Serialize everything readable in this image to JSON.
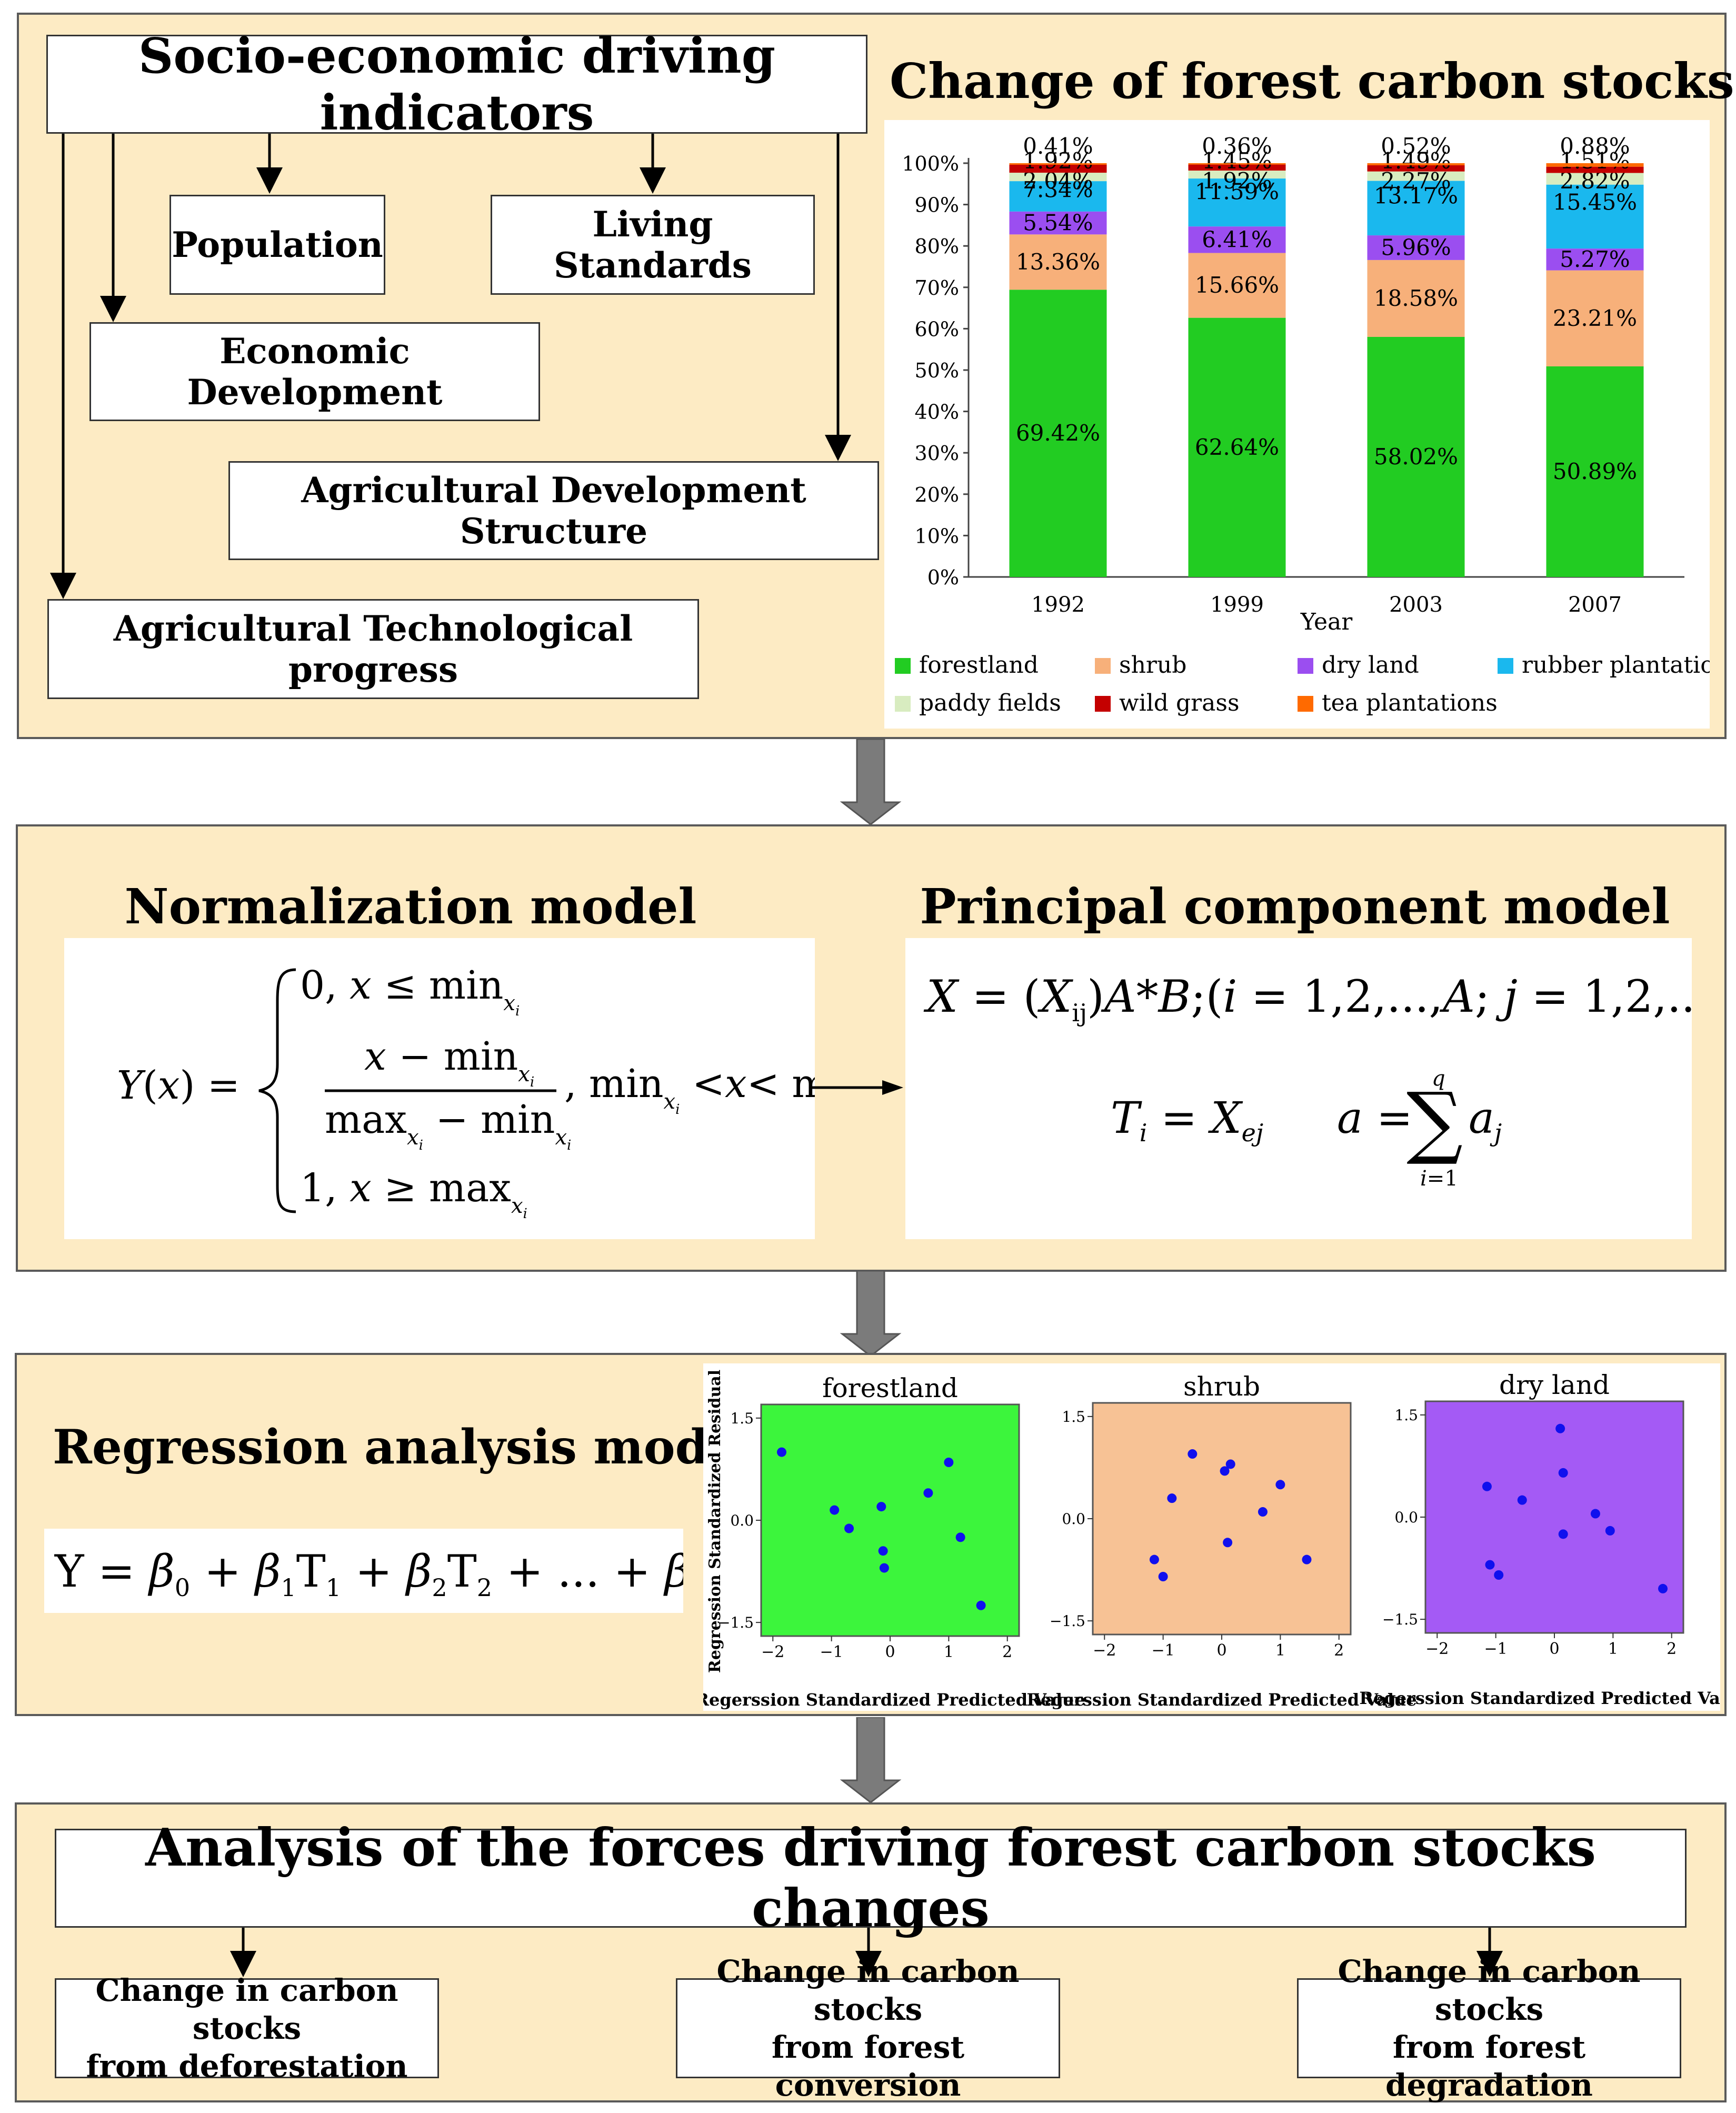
{
  "panel1": {
    "indicators_title": "Socio-economic driving indicators",
    "population": "Population",
    "living": "Living Standards",
    "economic": "Economic Development",
    "agri_structure": "Agricultural Development Structure",
    "agri_tech": "Agricultural Technological progress",
    "chart_title": "Change of forest carbon stocks"
  },
  "panel2": {
    "norm_title": "Normalization model",
    "pca_title": "Principal component model"
  },
  "panel3": {
    "reg_title": "Regression analysis model"
  },
  "panel4": {
    "analysis_title": "Analysis of the forces driving forest carbon stocks changes",
    "deforestation": "Change in carbon stocks\nfrom deforestation",
    "conversion": "Change in carbon stocks\nfrom  forest conversion",
    "degradation": "Change in carbon stocks\nfrom forest degradation"
  },
  "colors": {
    "panel_bg": "#fdebc4",
    "forestland": "#22cc22",
    "shrub": "#f7b07a",
    "dry_land": "#9b4ef0",
    "rubber": "#1ab8ee",
    "paddy": "#d8ecc0",
    "wild_grass": "#c40000",
    "tea": "#ff6a00"
  },
  "chart_data": [
    {
      "type": "bar",
      "stacked": true,
      "categories": [
        "1992",
        "1999",
        "2003",
        "2007"
      ],
      "xlabel": "Year",
      "ylim": [
        0,
        100
      ],
      "yticks": [
        "0%",
        "10%",
        "20%",
        "30%",
        "40%",
        "50%",
        "60%",
        "70%",
        "80%",
        "90%",
        "100%"
      ],
      "series": [
        {
          "name": "forestland",
          "values": [
            69.42,
            62.64,
            58.02,
            50.89
          ],
          "labels": [
            "69.42%",
            "62.64%",
            "58.02%",
            "50.89%"
          ]
        },
        {
          "name": "shrub",
          "values": [
            13.36,
            15.66,
            18.58,
            23.21
          ],
          "labels": [
            "13.36%",
            "15.66%",
            "18.58%",
            "23.21%"
          ]
        },
        {
          "name": "dry land",
          "values": [
            5.54,
            6.41,
            5.96,
            5.27
          ],
          "labels": [
            "5.54%",
            "6.41%",
            "5.96%",
            "5.27%"
          ]
        },
        {
          "name": "rubber plantations",
          "values": [
            7.34,
            11.59,
            13.17,
            15.45
          ],
          "labels": [
            "7.34%",
            "11.59%",
            "13.17%",
            "15.45%"
          ]
        },
        {
          "name": "paddy fields",
          "values": [
            2.04,
            1.92,
            2.27,
            2.82
          ],
          "labels": [
            "2.04%",
            "1.92%",
            "2.27%",
            "2.82%"
          ]
        },
        {
          "name": "wild grass",
          "values": [
            1.92,
            1.45,
            1.49,
            1.51
          ],
          "labels": [
            "1.92%",
            "1.45%",
            "1.49%",
            "1.51%"
          ]
        },
        {
          "name": "tea plantations",
          "values": [
            0.41,
            0.36,
            0.52,
            0.88
          ],
          "labels": [
            "0.41%",
            "0.36%",
            "0.52%",
            "0.88%"
          ]
        }
      ],
      "legend": [
        "forestland",
        "shrub",
        "dry land",
        "rubber plantations",
        "paddy fields",
        "wild grass",
        "tea plantations"
      ]
    },
    {
      "type": "scatter",
      "title": "forestland",
      "xlabel": "Regerssion Standardized Predicted Value",
      "ylabel": "Regression Standardized Residual",
      "xlim": [
        -2.2,
        2.2
      ],
      "ylim": [
        -1.7,
        1.7
      ],
      "xticks": [
        "−2",
        "−1",
        "0",
        "1",
        "2"
      ],
      "yticks": [
        "1.5",
        "0.0",
        "−1.5"
      ],
      "points": [
        [
          -1.85,
          1.0
        ],
        [
          -0.95,
          0.15
        ],
        [
          -0.7,
          -0.12
        ],
        [
          -0.15,
          0.2
        ],
        [
          -0.12,
          -0.45
        ],
        [
          -0.1,
          -0.7
        ],
        [
          0.65,
          0.4
        ],
        [
          1.0,
          0.85
        ],
        [
          1.2,
          -0.25
        ],
        [
          1.55,
          -1.25
        ]
      ]
    },
    {
      "type": "scatter",
      "title": "shrub",
      "xlim": [
        -2.2,
        2.2
      ],
      "ylim": [
        -1.7,
        1.7
      ],
      "xticks": [
        "−2",
        "−1",
        "0",
        "1",
        "2"
      ],
      "yticks": [
        "1.5",
        "0.0",
        "−1.5"
      ],
      "points": [
        [
          -1.15,
          -0.6
        ],
        [
          -1.0,
          -0.85
        ],
        [
          -0.85,
          0.3
        ],
        [
          -0.5,
          0.95
        ],
        [
          0.05,
          0.7
        ],
        [
          0.15,
          0.8
        ],
        [
          0.1,
          -0.35
        ],
        [
          0.7,
          0.1
        ],
        [
          1.0,
          0.5
        ],
        [
          1.45,
          -0.6
        ]
      ]
    },
    {
      "type": "scatter",
      "title": "dry land",
      "xlim": [
        -2.2,
        2.2
      ],
      "ylim": [
        -1.7,
        1.7
      ],
      "xticks": [
        "−2",
        "−1",
        "0",
        "1",
        "2"
      ],
      "yticks": [
        "1.5",
        "0.0",
        "−1.5"
      ],
      "points": [
        [
          -1.15,
          0.45
        ],
        [
          -0.55,
          0.25
        ],
        [
          0.1,
          1.3
        ],
        [
          0.15,
          0.65
        ],
        [
          -1.1,
          -0.7
        ],
        [
          -0.95,
          -0.85
        ],
        [
          0.15,
          -0.25
        ],
        [
          0.7,
          0.05
        ],
        [
          0.95,
          -0.2
        ],
        [
          1.85,
          -1.05
        ]
      ]
    }
  ]
}
